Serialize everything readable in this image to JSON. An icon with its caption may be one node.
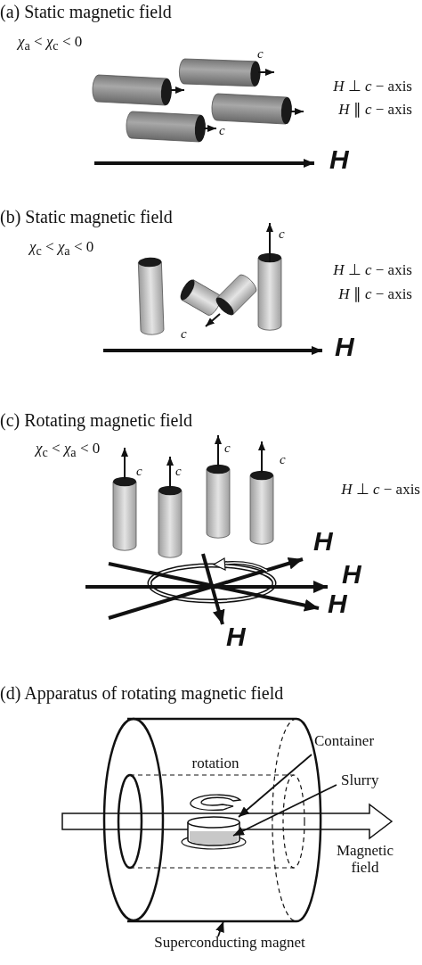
{
  "diagram": {
    "nodes": [
      {
        "text": [],
        "shape": "cylinder"
      },
      {
        "text": [],
        "shape": "cylinder",
        "in": 0
      },
      {
        "text": [],
        "shape": "cylinder",
        "in": 1
      },
      {
        "text": [
          "Container"
        ]
      },
      {
        "text": [
          "Slurry"
        ]
      },
      {
        "text": [
          "Superconducting magnet"
        ]
      }
    ],
    "edges": [
      {
        "from": 3,
        "to": 1,
        "arrow": "to"
      },
      {
        "from": 4,
        "to": 2,
        "arrow": "to"
      },
      {
        "from": 5,
        "to": 0,
        "arrow": "to"
      }
    ],
    "labels": [
      "(a) Static magnetic field",
      "*χ*$_{a}$ < *χ*$_{c}$ < 0",
      "c",
      "*H* ⊥ *c* − axis",
      "*H* ∥ *c* − axis",
      "c",
      "H",
      "(b) Static magnetic field",
      "c",
      "*χ*$_{c}$ < *χ*$_{a}$ < 0",
      "*H* ⊥ *c* − axis",
      "*H* ∥ *c* − axis",
      "c",
      "H",
      "(c) Rotating magnetic field",
      "*χ*$_{c}$ < *χ*$_{a}$ < 0",
      "c",
      "c",
      "c",
      "c",
      "*H* ⊥ *c* − axis",
      "H",
      "H",
      "H",
      "H",
      "(d) Apparatus of rotating magnetic field",
      "rotation",
      "Magnetic field"
    ]
  }
}
